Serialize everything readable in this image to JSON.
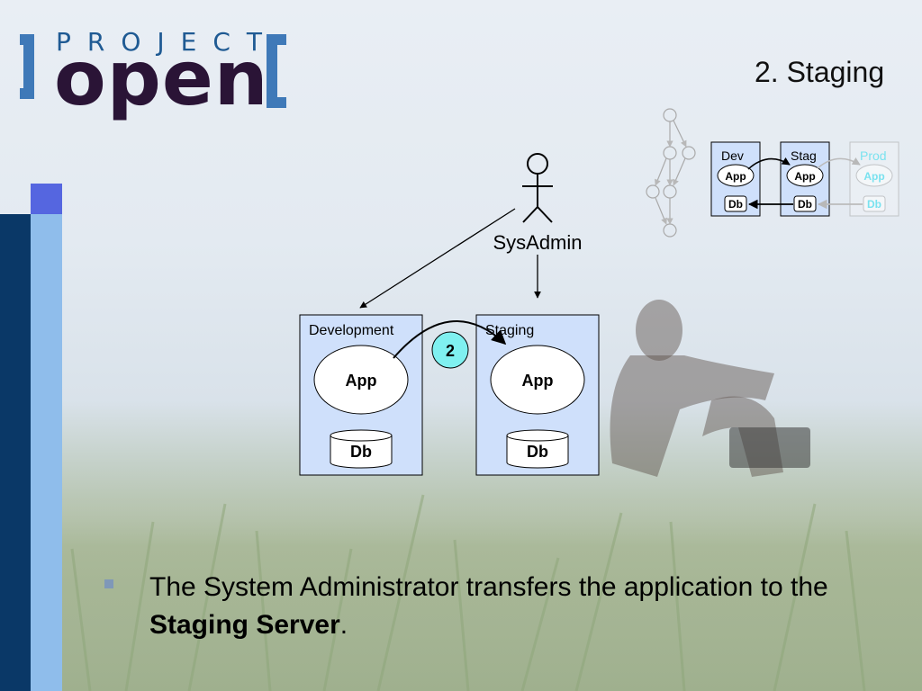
{
  "logo": {
    "project": "PROJECT",
    "open": "open"
  },
  "slide_title": "2. Staging",
  "actor": {
    "label": "SysAdmin"
  },
  "servers": [
    {
      "label": "Development",
      "app": "App",
      "db": "Db"
    },
    {
      "label": "Staging",
      "app": "App",
      "db": "Db"
    }
  ],
  "step_badge": "2",
  "mini": {
    "servers": [
      {
        "label": "Dev",
        "app": "App",
        "db": "Db"
      },
      {
        "label": "Stag",
        "app": "App",
        "db": "Db"
      },
      {
        "label": "Prod",
        "app": "App",
        "db": "Db"
      }
    ]
  },
  "bullet": {
    "text_before": "The System Administrator transfers the application to the ",
    "bold": "Staging Server",
    "text_after": "."
  },
  "colors": {
    "sidebar_dark": "#0a3867",
    "sidebar_light": "#8fbdeb",
    "sidebar_square": "#5566e0",
    "server_fill": "#cfe0fb",
    "badge_fill": "#7ff0f0",
    "prod_text": "#33ddee"
  }
}
